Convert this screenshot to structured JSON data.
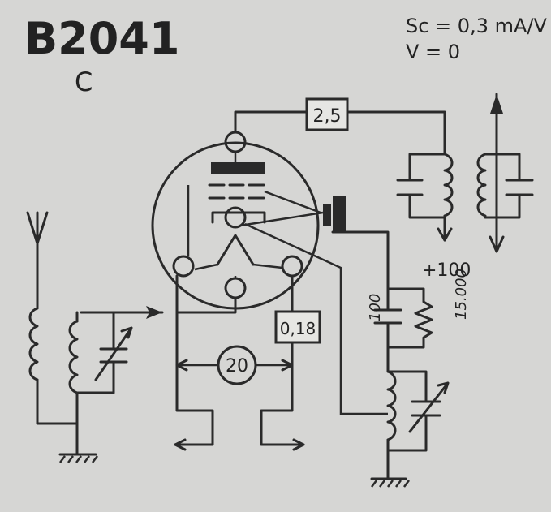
{
  "title": "B2041",
  "subtitle": "C",
  "spec_line_1": "Sc = 0,3 mA/V",
  "spec_line_2": "V = 0",
  "labels": {
    "resistor_top": "2,5",
    "resistor_mid": "0,18",
    "heater_value": "20",
    "supply": "+100",
    "cap_100": "100",
    "res_15000": "15.000"
  }
}
